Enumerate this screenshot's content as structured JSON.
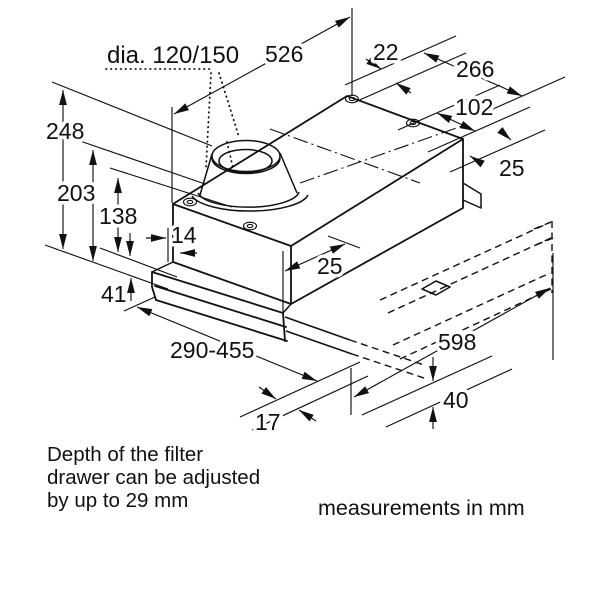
{
  "diagram": {
    "callout_duct_diameter": "dia. 120/150",
    "units_note": "measurements in mm",
    "note_lines": [
      "Depth of the filter",
      "drawer can be adjusted",
      "by up to 29 mm"
    ],
    "dimensions": {
      "top_hole_spacing": "526",
      "rear_hole_offset": "22",
      "top_depth": "266",
      "side_hole_spacing": "102",
      "hole_edge_offset_right": "25",
      "total_height": "248",
      "body_height": "203",
      "chassis_height": "138",
      "front_lip_offset": "14",
      "hole_edge_offset_left": "25",
      "rail_height": "41",
      "body_depth_range": "290-455",
      "front_width": "598",
      "drawer_gap": "17",
      "front_strip_height": "40"
    }
  }
}
